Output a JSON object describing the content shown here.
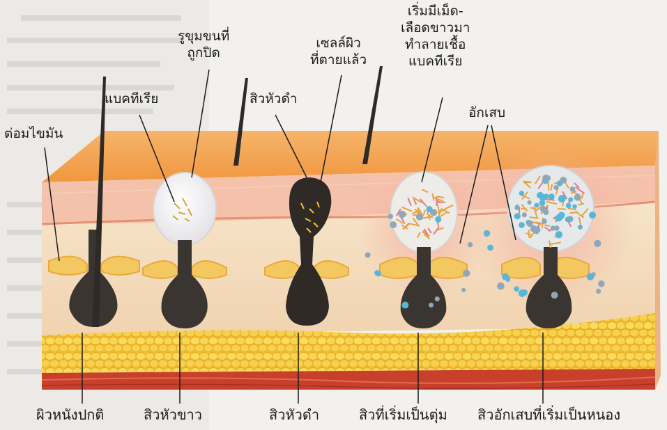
{
  "labels": {
    "sebaceous_gland": "ต่อมไขมัน",
    "bacteria": "แบคทีเรีย",
    "closed_pore": "รูขุมขนที่\nถูกปิด",
    "blackhead_top": "สิวหัวดำ",
    "dead_skin_cells": "เซลล์ผิว\nที่ตายแล้ว",
    "white_blood_cells": "เริ่มมีเม็ด-\nเลือดขาวมา\nทำลายเชื้อ\nแบคทีเรีย",
    "inflammation": "อักเสบ"
  },
  "stages": [
    {
      "label": "ผิวหนังปกติ"
    },
    {
      "label": "สิวหัวขาว"
    },
    {
      "label": "สิวหัวดำ"
    },
    {
      "label": "สิวที่เริ่มเป็นตุ่ม"
    },
    {
      "label": "สิวอักเสบที่เริ่มเป็นหนอง"
    }
  ],
  "colors": {
    "epidermis_top": "#f2a55c",
    "dermis": "#f6e3c6",
    "fat": "#f5cc3a",
    "muscle": "#c8402c",
    "follicle": "#3a3530",
    "gland": "#f4c860"
  }
}
